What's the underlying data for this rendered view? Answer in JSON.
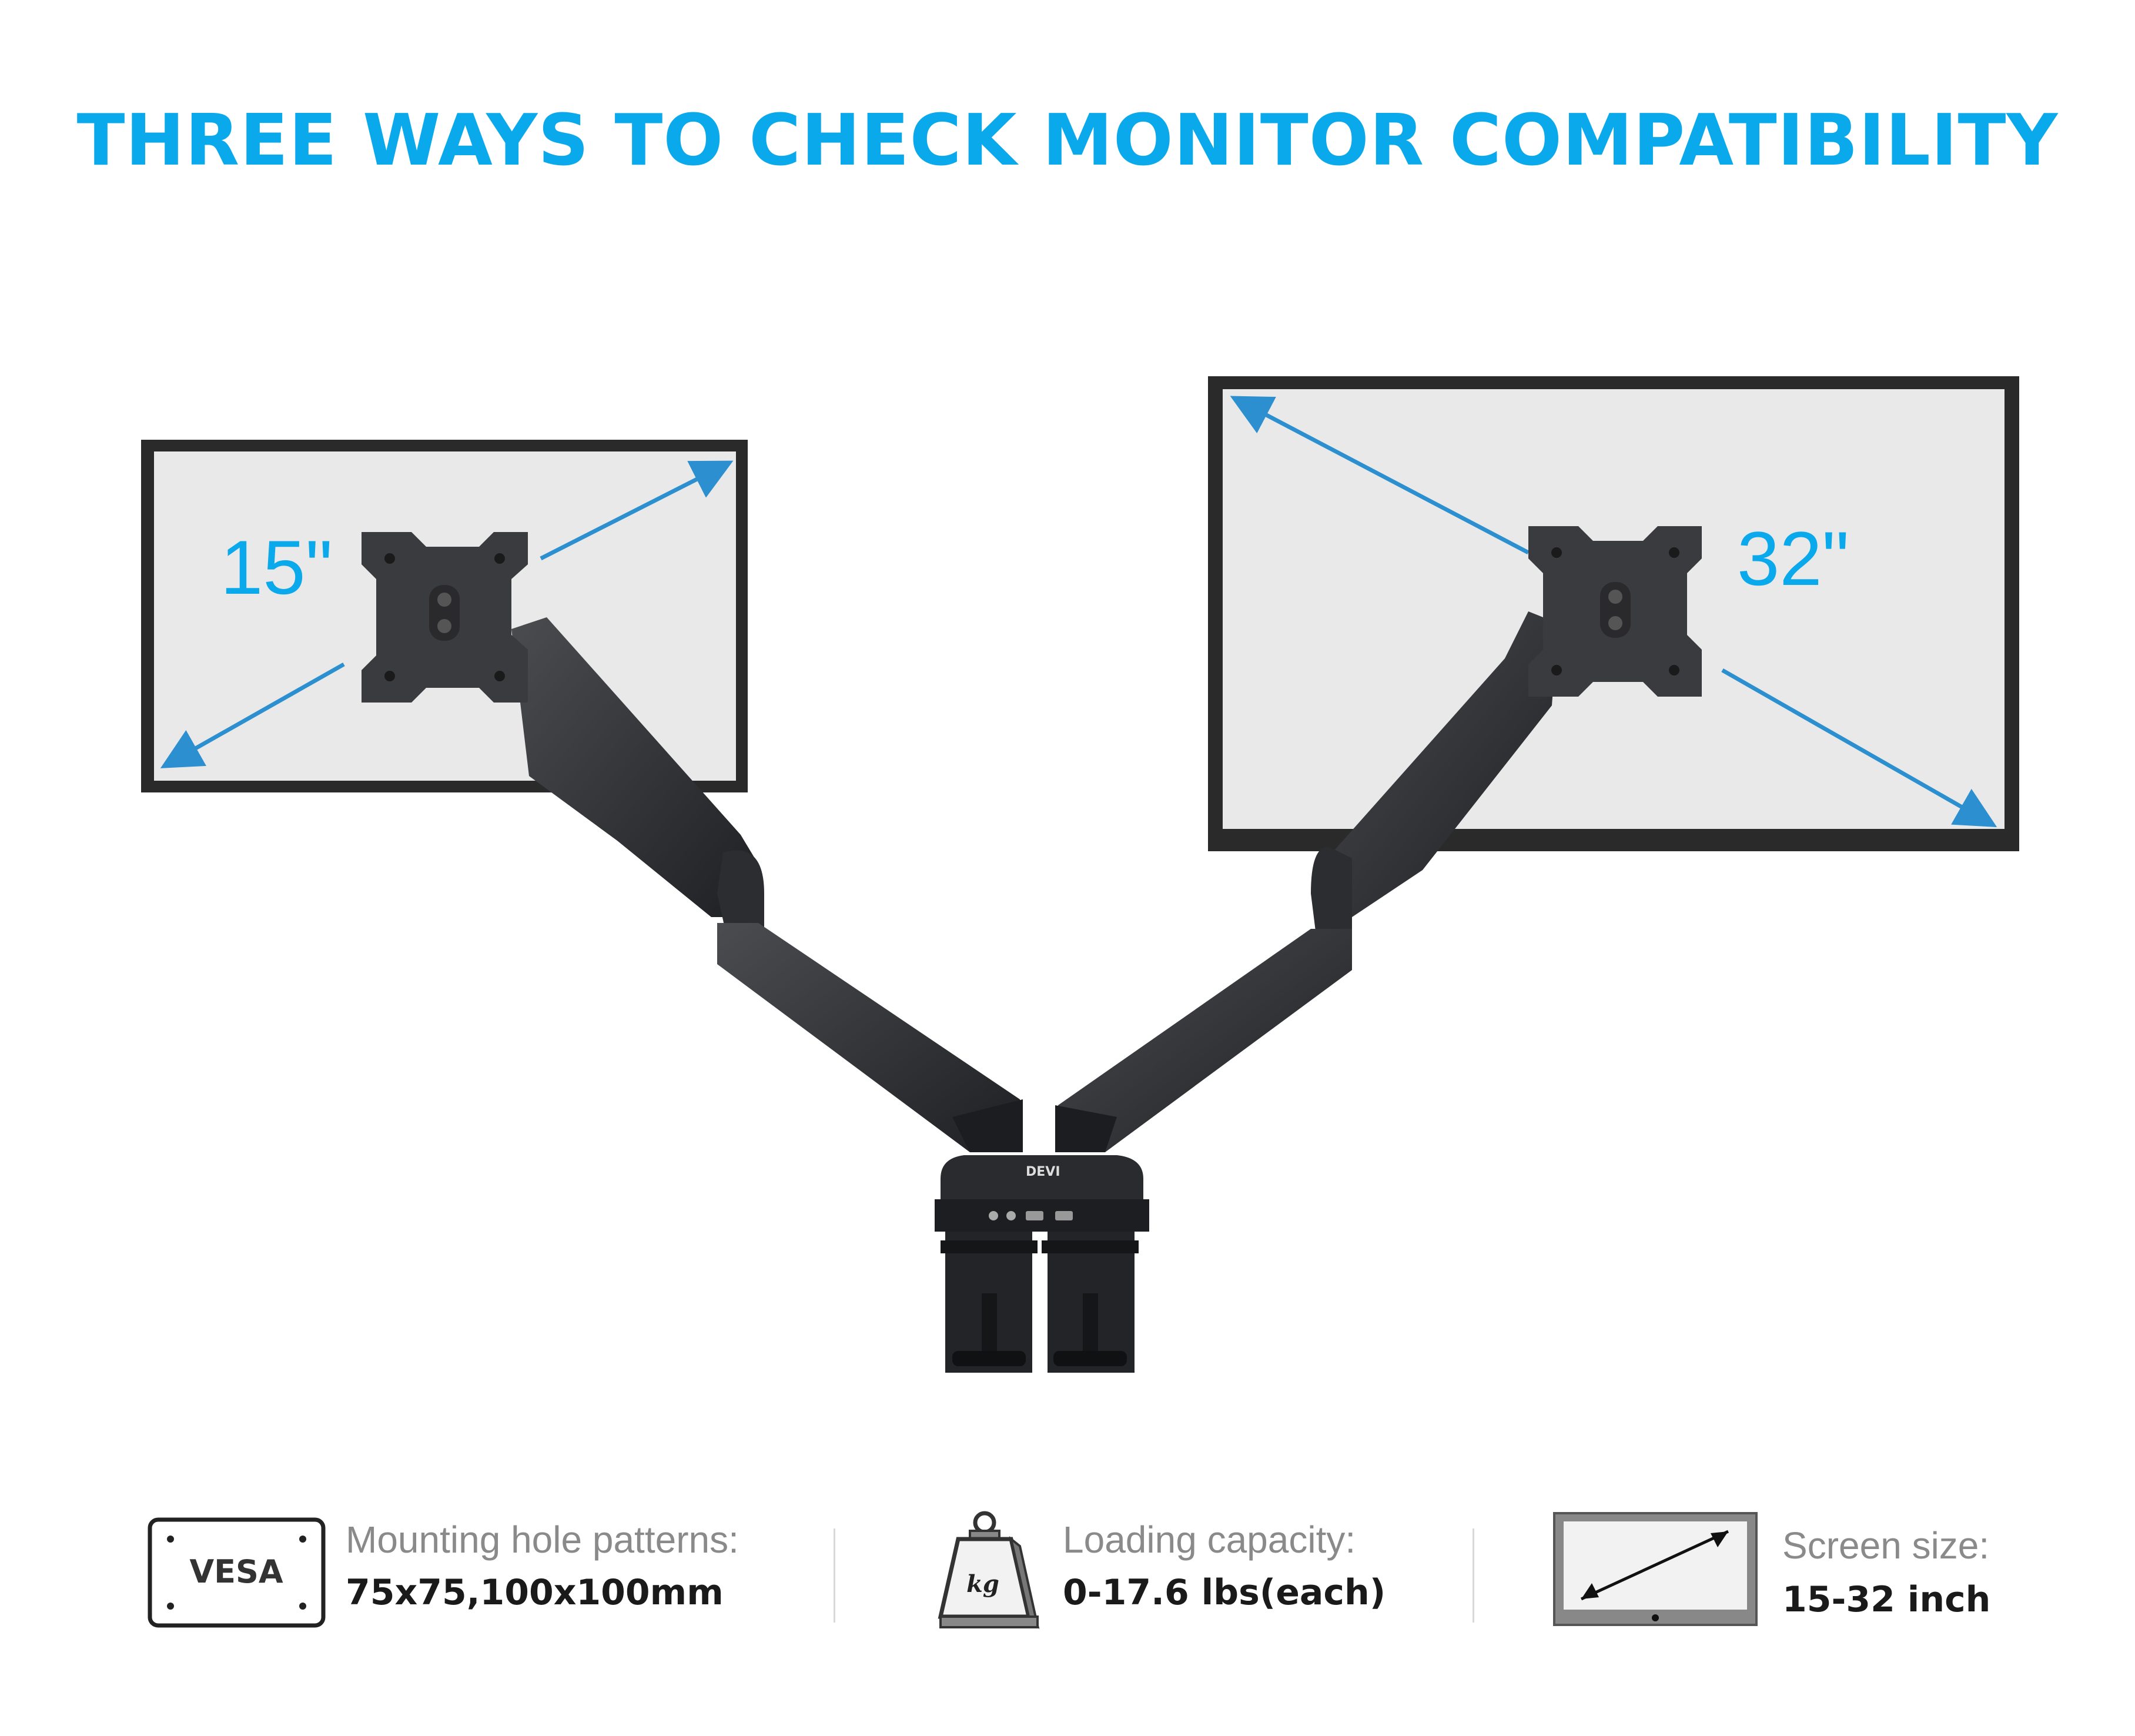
{
  "title": "THREE WAYS TO CHECK MONITOR COMPATIBILITY",
  "monitors": {
    "left_size": "15\"",
    "right_size": "32\""
  },
  "brand_mark": "DEVI",
  "specs": [
    {
      "icon": "vesa-plate-icon",
      "icon_text": "VESA",
      "label": "Mounting hole patterns:",
      "value": "75x75,100x100mm"
    },
    {
      "icon": "weight-icon",
      "icon_text": "kg",
      "label": "Loading capacity:",
      "value": "0-17.6 lbs(each)"
    },
    {
      "icon": "screen-size-icon",
      "icon_text": "",
      "label": "Screen size:",
      "value": "15-32 inch"
    }
  ],
  "colors": {
    "accent": "#0aa9ec",
    "arrow": "#2b8fd0",
    "screen": "#e9e9e9",
    "bezel": "#2a2a2a",
    "mount": "#3a3b3e"
  }
}
